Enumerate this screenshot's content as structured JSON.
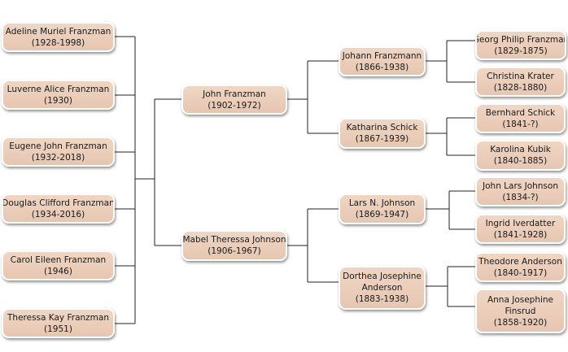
{
  "tree": {
    "children": [
      {
        "lines": [
          "Adeline Muriel Franzman",
          "(1928-1998)"
        ]
      },
      {
        "lines": [
          "Luverne Alice Franzman",
          "(1930)"
        ]
      },
      {
        "lines": [
          "Eugene John Franzman",
          "(1932-2018)"
        ]
      },
      {
        "lines": [
          "Douglas Clifford Franzman",
          "(1934-2016)"
        ]
      },
      {
        "lines": [
          "Carol Eileen Franzman",
          "(1946)"
        ]
      },
      {
        "lines": [
          "Theressa Kay Franzman",
          "(1951)"
        ]
      }
    ],
    "parents": [
      {
        "lines": [
          "John Franzman",
          "(1902-1972)"
        ]
      },
      {
        "lines": [
          "Mabel Theressa Johnson",
          "(1906-1967)"
        ]
      }
    ],
    "grandparents": [
      {
        "lines": [
          "Johann Franzmann",
          "(1866-1938)"
        ]
      },
      {
        "lines": [
          "Katharina Schick",
          "(1867-1939)"
        ]
      },
      {
        "lines": [
          "Lars N. Johnson",
          "(1869-1947)"
        ]
      },
      {
        "lines": [
          "Dorthea Josephine",
          "Anderson",
          "(1883-1938)"
        ]
      }
    ],
    "great_grandparents": [
      {
        "lines": [
          "Georg Philip Franzman",
          "(1829-1875)"
        ]
      },
      {
        "lines": [
          "Christina Krater",
          "(1828-1880)"
        ]
      },
      {
        "lines": [
          "Bernhard Schick",
          "(1841-?)"
        ]
      },
      {
        "lines": [
          "Karolina Kubik",
          "(1840-1885)"
        ]
      },
      {
        "lines": [
          "John Lars Johnson",
          "(1834-?)"
        ]
      },
      {
        "lines": [
          "Ingrid Iverdatter",
          "(1841-1928)"
        ]
      },
      {
        "lines": [
          "Theodore Anderson",
          "(1840-1917)"
        ]
      },
      {
        "lines": [
          "Anna Josephine",
          "Finsrud",
          "(1858-1920)"
        ]
      }
    ]
  }
}
